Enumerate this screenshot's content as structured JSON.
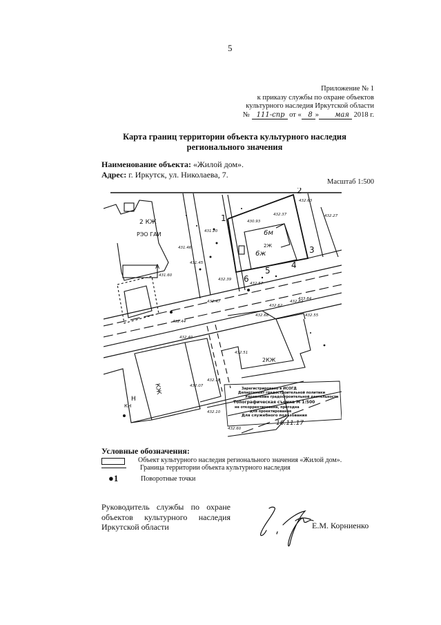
{
  "page": {
    "number": "5"
  },
  "annex": {
    "line1": "Приложение № 1",
    "line2": "к приказу службы по охране объектов",
    "line3": "культурного наследия Иркутской области",
    "number_prefix": "№",
    "number_hand": "111-спр",
    "date_from": "от «",
    "date_day_hand": "8",
    "date_mid": "»",
    "date_month_hand": "мая",
    "date_year": "2018 г."
  },
  "title": {
    "line1": "Карта границ территории объекта культурного наследия",
    "line2": "регионального значения"
  },
  "object": {
    "name_label": "Наименование объекта:",
    "name_value": "«Жилой дом».",
    "address_label": "Адрес:",
    "address_value": "г. Иркутск, ул. Николаева, 7."
  },
  "scale": {
    "label": "Масштаб 1:500"
  },
  "map": {
    "turning_points": [
      "1",
      "2",
      "3",
      "4",
      "5",
      "6"
    ],
    "labels": {
      "building_2kzh": "2 КЖ",
      "building_rso": "РЭО ГАИ",
      "building_6m": "6м",
      "building_6zh": "6ж",
      "building_2zh_main": "2Ж",
      "building_2kzh_south": "2КЖ",
      "building_kzh": "КЖ",
      "letter_a": "А",
      "letter_n": "Н",
      "letter_kn": "КН"
    },
    "elevations": [
      "431.20",
      "432.63",
      "432.37",
      "432.27",
      "430.93",
      "431.45",
      "431.60",
      "432.39",
      "432.57",
      "432.47",
      "432.40",
      "432.44",
      "432.51",
      "432.68",
      "432.82",
      "432.55",
      "432.62",
      "432.18",
      "432.07",
      "432.10",
      "432.60",
      "433.84",
      "431.46"
    ],
    "stamp": {
      "line1": "Зарегистрировано в ИСОГД",
      "line2": "Департамент градостроительной политики",
      "line3": "Управление градостроительной деятельности",
      "line4": "Топографическая съемка М 1:500",
      "line5": "не откорректирована, пригодна",
      "line6": "для проектирования",
      "line7": "Для служебного пользования",
      "date_hand": "16.11.17"
    }
  },
  "legend": {
    "title": "Условные обозначения:",
    "items": [
      {
        "symbol": "rectangle",
        "text": "Объект культурного наследия регионального значения «Жилой дом»."
      },
      {
        "symbol": "line",
        "text": "Граница территории объекта культурного наследия"
      },
      {
        "symbol": "dot-1",
        "marker": "●1",
        "text": "Поворотные точки"
      }
    ]
  },
  "signature": {
    "line1": "Руководитель службы по охране",
    "line2": "объектов культурного наследия",
    "line3": "Иркутской области",
    "name": "Е.М. Корниенко"
  }
}
